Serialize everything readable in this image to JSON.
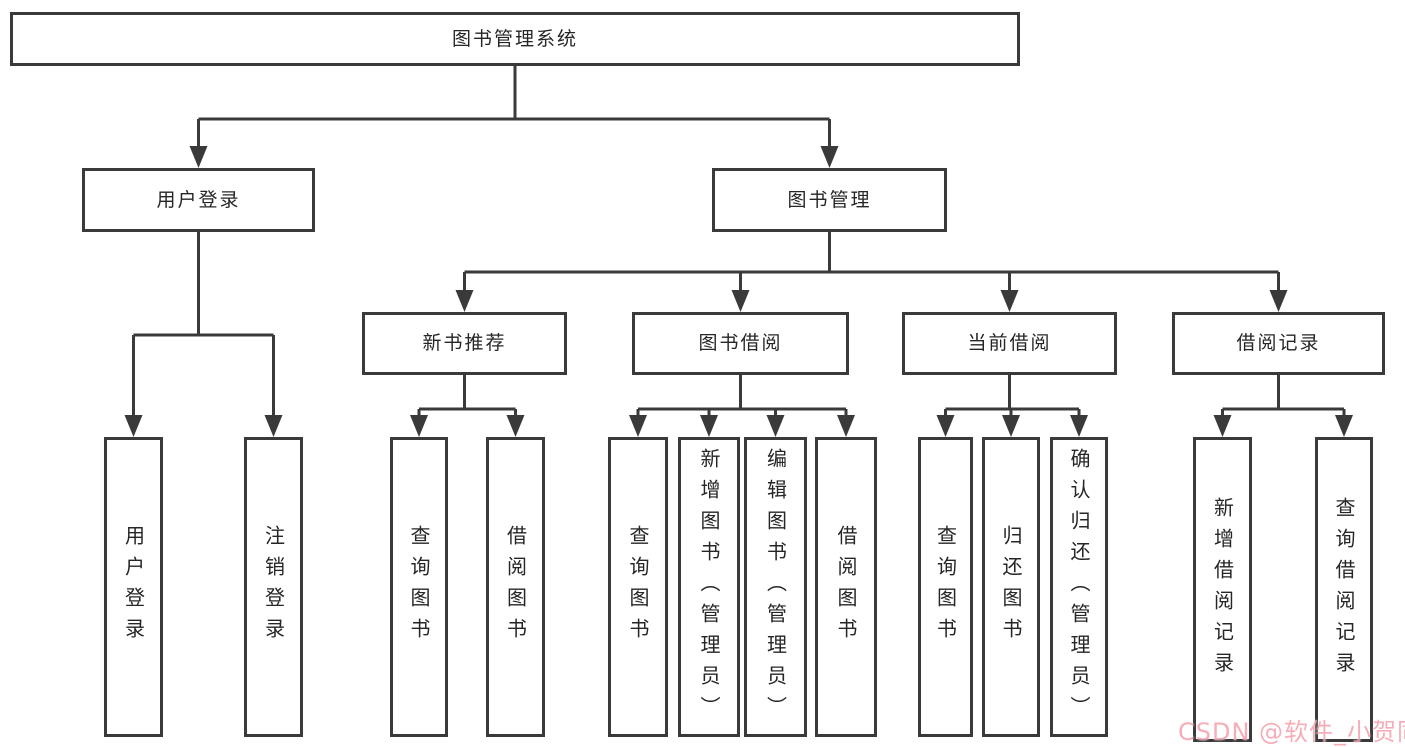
{
  "tree": {
    "root": {
      "label": "图书管理系统",
      "children": [
        {
          "label": "用户登录",
          "children": [
            {
              "label": "用户登录"
            },
            {
              "label": "注销登录"
            }
          ]
        },
        {
          "label": "图书管理",
          "children": [
            {
              "label": "新书推荐",
              "children": [
                {
                  "label": "查询图书"
                },
                {
                  "label": "借阅图书"
                }
              ]
            },
            {
              "label": "图书借阅",
              "children": [
                {
                  "label": "查询图书"
                },
                {
                  "label": "新增图书（管理员）"
                },
                {
                  "label": "编辑图书（管理员）"
                },
                {
                  "label": "借阅图书"
                }
              ]
            },
            {
              "label": "当前借阅",
              "children": [
                {
                  "label": "查询图书"
                },
                {
                  "label": "归还图书"
                },
                {
                  "label": "确认归还（管理员）"
                }
              ]
            },
            {
              "label": "借阅记录",
              "children": [
                {
                  "label": "新增借阅记录"
                },
                {
                  "label": "查询借阅记录"
                }
              ]
            }
          ]
        }
      ]
    }
  },
  "watermark": {
    "text": "CSDN @软件_小贺同学"
  },
  "colors": {
    "line": "#3a3a3a",
    "text": "#262626",
    "watermark": "#f59fab",
    "background": "#ffffff"
  }
}
